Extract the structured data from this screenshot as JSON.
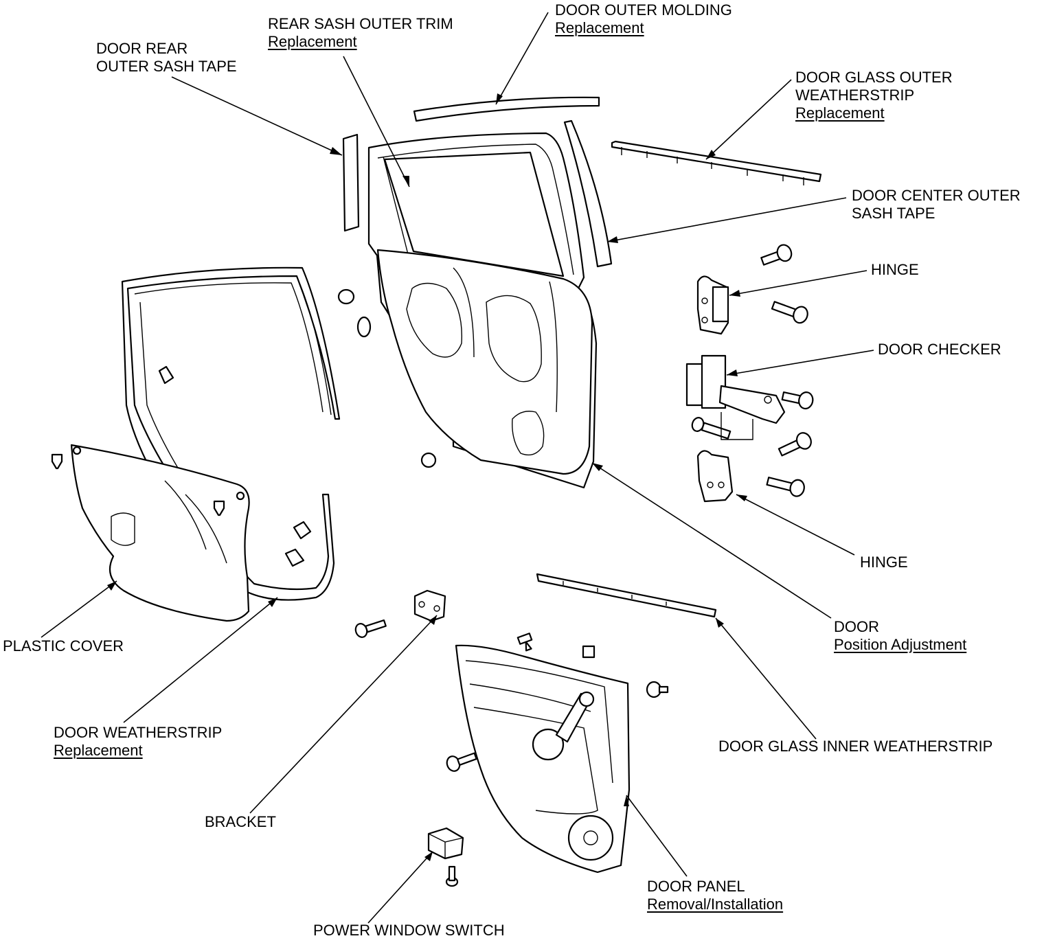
{
  "labels": {
    "door_rear_outer_sash_tape": {
      "line1": "DOOR REAR",
      "line2": "OUTER SASH TAPE"
    },
    "rear_sash_outer_trim": {
      "line1": "REAR SASH OUTER TRIM",
      "link": "Replacement"
    },
    "door_outer_molding": {
      "line1": "DOOR OUTER MOLDING",
      "link": "Replacement"
    },
    "door_glass_outer_weatherstrip": {
      "line1": "DOOR GLASS OUTER",
      "line2": "WEATHERSTRIP",
      "link": "Replacement"
    },
    "door_center_outer_sash_tape": {
      "line1": "DOOR CENTER OUTER",
      "line2": "SASH TAPE"
    },
    "hinge_upper": {
      "line1": "HINGE"
    },
    "door_checker": {
      "line1": "DOOR CHECKER"
    },
    "hinge_lower": {
      "line1": "HINGE"
    },
    "door": {
      "line1": "DOOR",
      "link": "Position Adjustment"
    },
    "door_glass_inner_weatherstrip": {
      "line1": "DOOR GLASS INNER WEATHERSTRIP"
    },
    "plastic_cover": {
      "line1": "PLASTIC COVER"
    },
    "door_weatherstrip": {
      "line1": "DOOR WEATHERSTRIP",
      "link": "Replacement"
    },
    "bracket": {
      "line1": "BRACKET"
    },
    "door_panel": {
      "line1": "DOOR PANEL",
      "link": "Removal/Installation"
    },
    "power_window_switch": {
      "line1": "POWER WINDOW SWITCH"
    }
  }
}
